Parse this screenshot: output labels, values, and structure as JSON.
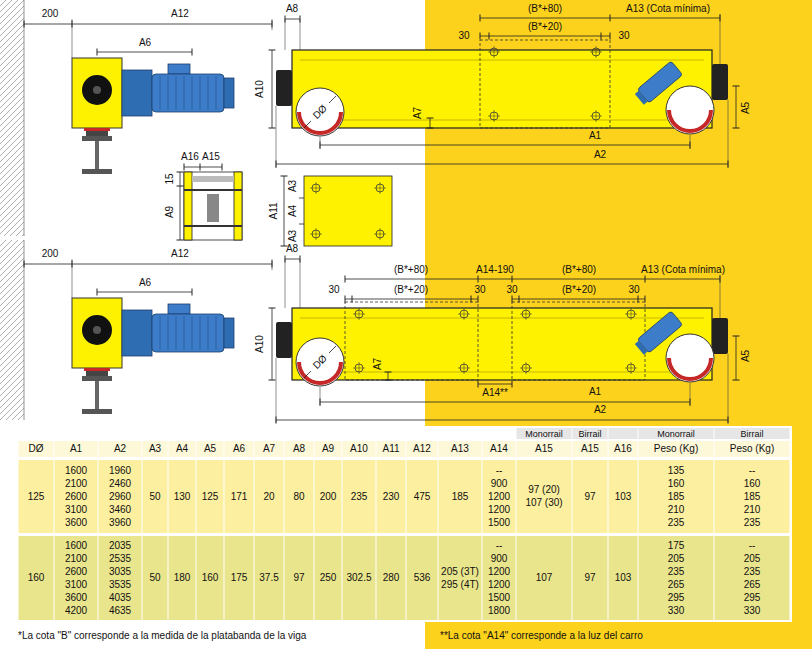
{
  "diagram": {
    "labels": [
      "200",
      "A12",
      "A6",
      "A8",
      "(B*+80)",
      "A13 (Cota mínima)",
      "30",
      "(B*+20)",
      "30",
      "A10",
      "DØ",
      "A7",
      "A5",
      "A1",
      "A2",
      "A16",
      "A15",
      "15",
      "A9",
      "A11",
      "A3",
      "A4",
      "A3",
      "200",
      "A12",
      "A6",
      "A8",
      "(B*+80)",
      "A14-190",
      "(B*+80)",
      "A13 (Cota mínima)",
      "30",
      "(B*+20)",
      "30",
      "30",
      "(B*+20)",
      "30",
      "A10",
      "DØ",
      "A7",
      "A14**",
      "A5",
      "A1",
      "A2",
      "Monorrail",
      "Birrail",
      "Monorrail",
      "Birrail",
      "DØ",
      "A1",
      "A2",
      "A3",
      "A4",
      "A5",
      "A6",
      "A7",
      "A8",
      "A9",
      "A10",
      "A11",
      "A12",
      "A13",
      "A14",
      "A15",
      "A15",
      "A16",
      "Peso (Kg)",
      "Peso (Kg)",
      "125",
      "1600",
      "2100",
      "2600",
      "3100",
      "3600",
      "1960",
      "2460",
      "2960",
      "3460",
      "3960",
      "50",
      "130",
      "125",
      "171",
      "20",
      "80",
      "200",
      "235",
      "230",
      "475",
      "185",
      "--",
      "900",
      "1200",
      "1200",
      "1500",
      "97 (20)",
      "107 (30)",
      "97",
      "103",
      "135",
      "160",
      "185",
      "210",
      "235",
      "--",
      "160",
      "185",
      "210",
      "235",
      "160",
      "1600",
      "2100",
      "2600",
      "3100",
      "3600",
      "4200",
      "2035",
      "2535",
      "3035",
      "3535",
      "4035",
      "4635",
      "50",
      "180",
      "160",
      "175",
      "37.5",
      "97",
      "250",
      "302.5",
      "280",
      "536",
      "205 (3T)",
      "295 (4T)",
      "--",
      "900",
      "1200",
      "1200",
      "1500",
      "1800",
      "107",
      "97",
      "103",
      "175",
      "205",
      "235",
      "265",
      "295",
      "330",
      "--",
      "205",
      "235",
      "265",
      "295",
      "330",
      "*La cota \"B\" corresponde a la medida de la platabanda de la viga",
      "**La cota \"A14\" corresponde a la luz del carro"
    ]
  }
}
